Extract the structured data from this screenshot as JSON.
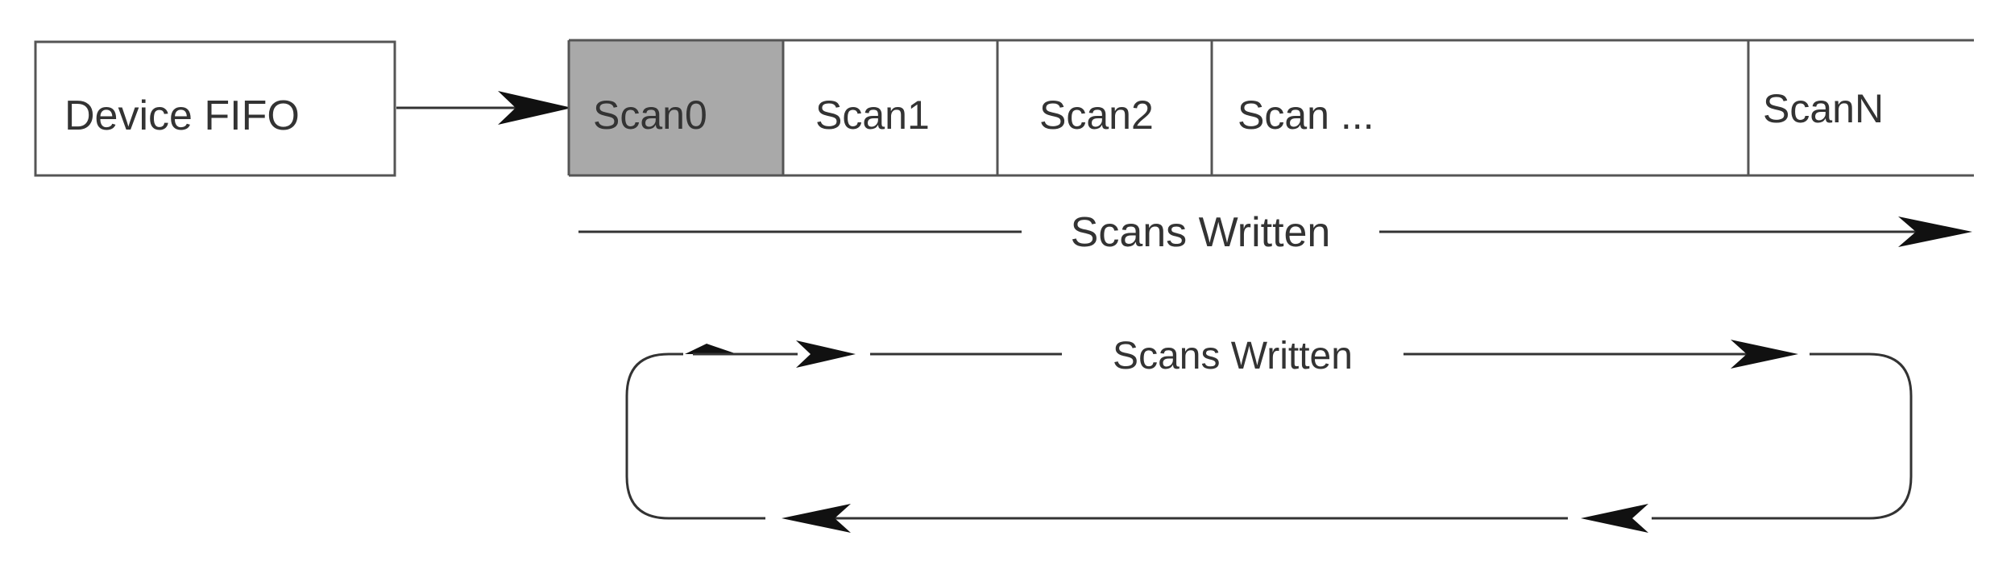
{
  "diagram": {
    "fifo_label": "Device FIFO",
    "buffer_cells": [
      {
        "label": "Scan0",
        "highlighted": true
      },
      {
        "label": "Scan1",
        "highlighted": false
      },
      {
        "label": "Scan2",
        "highlighted": false
      },
      {
        "label": "Scan ...",
        "highlighted": false
      },
      {
        "label": "ScanN",
        "highlighted": false
      }
    ],
    "linear_flow_label": "Scans Written",
    "circular_flow_label": "Scans Written"
  },
  "colors": {
    "stroke": "#555555",
    "text": "#333333",
    "highlight_fill": "#a9a9a9",
    "background": "#ffffff"
  }
}
